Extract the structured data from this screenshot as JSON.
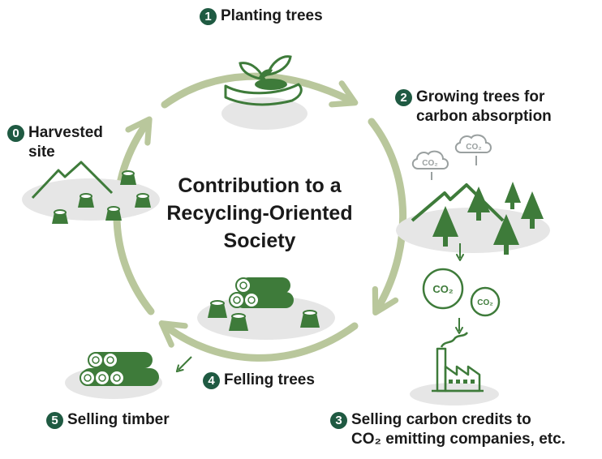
{
  "center": {
    "line1": "Contribution to a",
    "line2": "Recycling-Oriented",
    "line3": "Society"
  },
  "steps": [
    {
      "num": "0",
      "line1": "Harvested",
      "line2": "site"
    },
    {
      "num": "1",
      "line1": "Planting trees"
    },
    {
      "num": "2",
      "line1": "Growing trees for",
      "line2": "carbon absorption"
    },
    {
      "num": "3",
      "line1": "Selling carbon credits to",
      "line2": "CO₂ emitting companies, etc."
    },
    {
      "num": "4",
      "line1": "Felling trees"
    },
    {
      "num": "5",
      "line1": "Selling timber"
    }
  ],
  "co2": {
    "label": "CO₂"
  },
  "colors": {
    "dark_green": "#1f5a42",
    "forest_green": "#3e7b3a",
    "cycle_arrow": "#b9c79c",
    "ground": "#e6e6e6"
  },
  "icons": [
    "seedling-in-hand-icon",
    "forest-icon",
    "co2-cloud-icon",
    "co2-circle-icon",
    "factory-icon",
    "log-pile-icon",
    "tree-stump-icon",
    "mountain-icon"
  ]
}
